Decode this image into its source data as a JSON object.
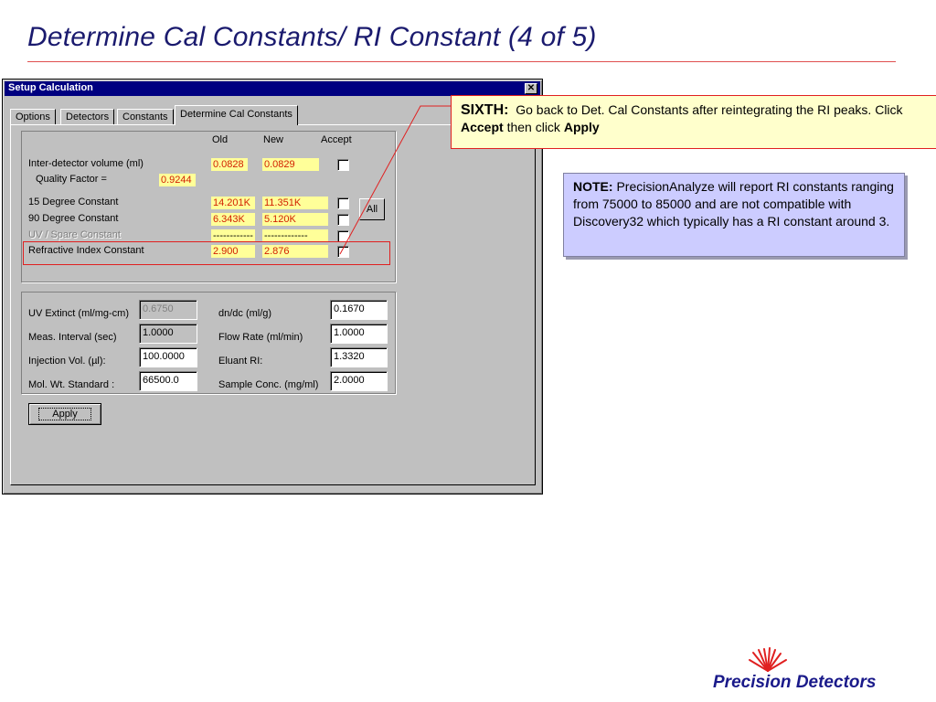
{
  "slide": {
    "title": "Determine Cal Constants/ RI Constant (4 of 5)"
  },
  "dialog": {
    "title": "Setup Calculation",
    "close_glyph": "✕",
    "tabs": [
      "Options",
      "Detectors",
      "Constants",
      "Determine Cal Constants"
    ],
    "active_tab": "Determine Cal Constants",
    "columns": {
      "old": "Old",
      "new": "New",
      "accept": "Accept"
    },
    "rows": {
      "interdetector": {
        "label": "Inter-detector volume (ml)",
        "old": "0.0828",
        "new": "0.0829"
      },
      "quality": {
        "label": "Quality Factor =",
        "value": "0.9244"
      },
      "deg15": {
        "label": "15 Degree Constant",
        "old": "14.201K",
        "new": "11.351K"
      },
      "deg90": {
        "label": "90 Degree Constant",
        "old": "6.343K",
        "new": "5.120K"
      },
      "uvspare": {
        "label": "UV / Spare Constant",
        "old": "-------------",
        "new": "-------------"
      },
      "ri": {
        "label": "Refractive Index Constant",
        "old": "2.900",
        "new": "2.876"
      }
    },
    "all_button": "All",
    "params_left": [
      {
        "label": "UV Extinct (ml/mg-cm)",
        "value": "0.6750"
      },
      {
        "label": "Meas. Interval  (sec)",
        "value": "1.0000"
      },
      {
        "label": "Injection Vol. (µl):",
        "value": "100.0000"
      },
      {
        "label": "Mol. Wt. Standard :",
        "value": "66500.0"
      }
    ],
    "params_right": [
      {
        "label": "dn/dc (ml/g)",
        "value": "0.1670"
      },
      {
        "label": "Flow Rate (ml/min)",
        "value": "1.0000"
      },
      {
        "label": "Eluant RI:",
        "value": "1.3320"
      },
      {
        "label": "Sample Conc. (mg/ml)",
        "value": "2.0000"
      }
    ],
    "apply_button": "Apply"
  },
  "callout_sixth": {
    "heading": "SIXTH:",
    "text_1": "Go back to Det. Cal Constants after reintegrating the RI peaks. Click ",
    "bold_1": "Accept",
    "text_2": " then click ",
    "bold_2": "Apply"
  },
  "callout_note": {
    "heading": "NOTE:",
    "text": "PrecisionAnalyze will report RI constants ranging from 75000 to 85000 and are not compatible with Discovery32 which typically has a RI constant around 3."
  },
  "logo": {
    "text": "Precision Detectors"
  },
  "colors": {
    "title": "#1a1a6e",
    "callout_border": "#e02020",
    "callout_fill": "#ffffcc",
    "note_fill": "#ccccff",
    "field_fill": "#ffff99",
    "field_text": "#d21f00"
  }
}
